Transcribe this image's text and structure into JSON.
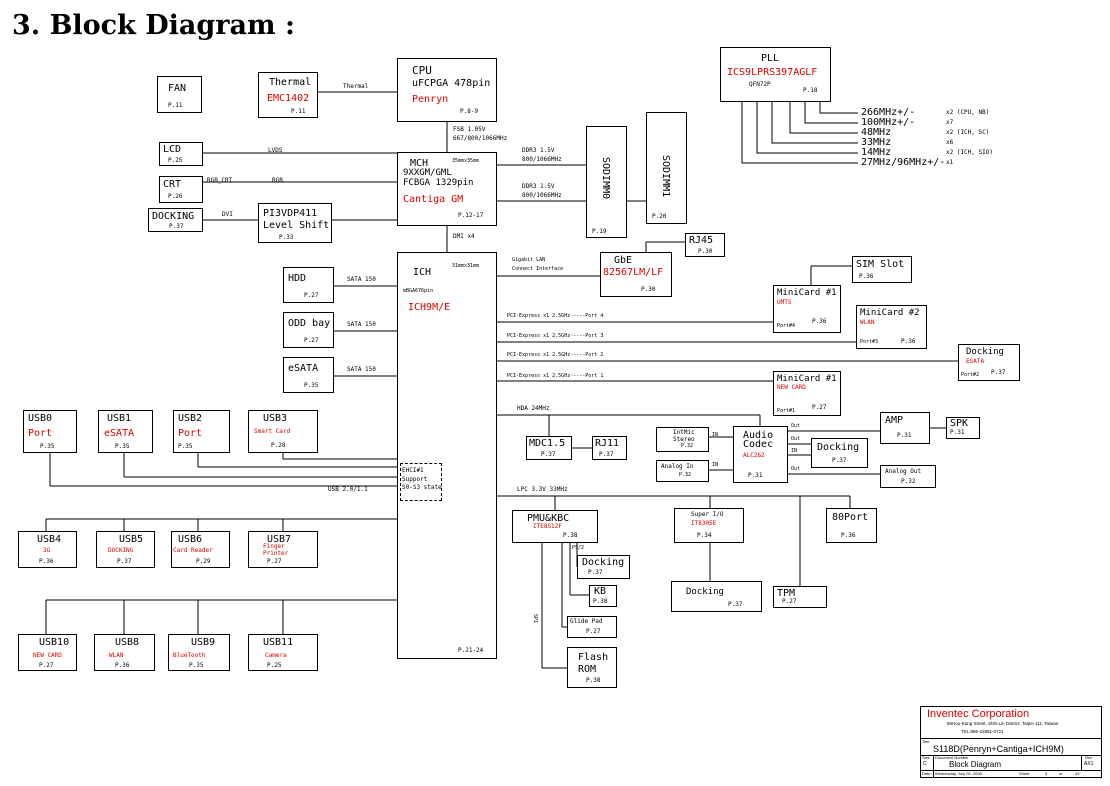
{
  "page": {
    "title": "3. Block Diagram :"
  },
  "cpu": {
    "name": "CPU",
    "package": "uFCPGA 478pin",
    "codename": "Penryn",
    "page": "P.8-9",
    "fsb": "FSB 1.05V",
    "fsb_speed": "667/800/1066MHz"
  },
  "mch": {
    "name": "MCH",
    "variants": "9XXGM/GML",
    "package": "FCBGA 1329pin",
    "codename": "Cantiga GM",
    "size": "35mmx35mm",
    "page": "P.12-17",
    "dmi": "DMI x4",
    "ddr_a": "DDR3 1.5V",
    "ddr_a_speed": "800/1066MHz",
    "ddr_b": "DDR3 1.5V",
    "ddr_b_speed": "800/1066MHz"
  },
  "ich": {
    "name": "ICH",
    "package": "mBGA676pin",
    "size": "31mmx31mm",
    "codename": "ICH9M/E",
    "page": "P.21-24",
    "ehci": "EHCI#1",
    "ehci_line2": "Support",
    "ehci_line3": "S0-S3 state",
    "usb_bus": "USB 2.0/1.1",
    "lpc": "LPC 3.3V 33MHz",
    "hda": "HDA 24MHz"
  },
  "pll": {
    "name": "PLL",
    "part": "ICS9LPRS397AGLF",
    "package": "QFN72P",
    "page": "P.18",
    "clocks": [
      {
        "freq": "266MHz+/-",
        "note": "x2 (CPU, NB)"
      },
      {
        "freq": "100MHz+/-",
        "note": "x7"
      },
      {
        "freq": "48MHz",
        "note": "x2 (ICH, SC)"
      },
      {
        "freq": "33MHz",
        "note": "x6"
      },
      {
        "freq": "14MHz",
        "note": "x2 (ICH, SIO)"
      },
      {
        "freq": "27MHz/96MHz+/-",
        "note": "x1"
      }
    ]
  },
  "fan": {
    "name": "FAN",
    "page": "P.11"
  },
  "thermal": {
    "name": "Thermal",
    "part": "EMC1402",
    "page": "P.11",
    "link": "Thermal"
  },
  "lcd": {
    "name": "LCD",
    "page": "P.25",
    "link": "LVDS"
  },
  "crt": {
    "name": "CRT",
    "page": "P.26",
    "link1": "RGB_CRT",
    "link2": "RGB"
  },
  "docking_dvi": {
    "name": "DOCKING",
    "page": "P.37",
    "link": "DVI"
  },
  "levelshift": {
    "name": "PI3VDP411",
    "sub": "Level Shift",
    "page": "P.33"
  },
  "sodimm0": {
    "name": "SODIMM0",
    "page": "P.19"
  },
  "sodimm1": {
    "name": "SODIMM1",
    "page": "P.20"
  },
  "sata": [
    {
      "name": "HDD",
      "page": "P.27",
      "link": "SATA 150"
    },
    {
      "name": "ODD bay",
      "page": "P.27",
      "link": "SATA 150"
    },
    {
      "name": "eSATA",
      "page": "P.35",
      "link": "SATA 150"
    }
  ],
  "gbe": {
    "name": "GbE",
    "part": "82567LM/LF",
    "page": "P.30",
    "link1": "Gigabit LAN",
    "link2": "Connect Interface"
  },
  "rj45": {
    "name": "RJ45",
    "page": "P.30"
  },
  "sim": {
    "name": "SIM Slot",
    "page": "P.36"
  },
  "minicard1": {
    "name": "MiniCard #1",
    "sub": "UMTS",
    "port": "Port#4",
    "page": "P.36"
  },
  "minicard2": {
    "name": "MiniCard #2",
    "sub": "WLAN",
    "port": "Port#3",
    "page": "P.36"
  },
  "docking_esata": {
    "name": "Docking",
    "sub": "ESATA",
    "port": "Port#2",
    "page": "P.37"
  },
  "minicard3": {
    "name": "MiniCard #1",
    "sub": "NEW CARD",
    "port": "Port#1",
    "page": "P.27"
  },
  "pcie": [
    "PCI-Express x1 2.5GHz-----Port 4",
    "PCI-Express x1 2.5GHz-----Port 3",
    "PCI-Express x1 2.5GHz-----Port 2",
    "PCI-Express x1 2.5GHz-----Port 1"
  ],
  "mdc": {
    "name": "MDC1.5",
    "page": "P.37"
  },
  "rj11": {
    "name": "RJ11",
    "page": "P.37"
  },
  "intmic": {
    "name": "IntMic",
    "sub": "Stereo",
    "page": "P.32",
    "pin": "IN"
  },
  "analogin": {
    "name": "Analog In",
    "page": "P.32",
    "pin": "IN"
  },
  "codec": {
    "name": "Audio",
    "name2": "Codec",
    "part": "ALC262",
    "page": "P.31",
    "out1": "Out",
    "out2": "Out",
    "in": "IN",
    "out3": "Out"
  },
  "amp": {
    "name": "AMP",
    "page": "P.31"
  },
  "spk": {
    "name": "SPK",
    "page": "P.31"
  },
  "docking_audio": {
    "name": "Docking",
    "page": "P.37"
  },
  "analogout": {
    "name": "Analog Out",
    "page": "P.32"
  },
  "usb_top": [
    {
      "name": "USB0",
      "sub": "Port",
      "page": "P.35"
    },
    {
      "name": "USB1",
      "sub": "eSATA",
      "page": "P.35"
    },
    {
      "name": "USB2",
      "sub": "Port",
      "page": "P.35"
    },
    {
      "name": "USB3",
      "sub": "Smart Card",
      "page": "P.28"
    }
  ],
  "usb_mid": [
    {
      "name": "USB4",
      "sub": "3G",
      "page": "P.36"
    },
    {
      "name": "USB5",
      "sub": "DOCKING",
      "page": "P.37"
    },
    {
      "name": "USB6",
      "sub": "Card Reader",
      "page": "P.29"
    },
    {
      "name": "USB7",
      "sub": "Finger",
      "sub2": "Printer",
      "page": "P.27"
    }
  ],
  "usb_bot": [
    {
      "name": "USB10",
      "sub": "NEW CARD",
      "page": "P.27"
    },
    {
      "name": "USB8",
      "sub": "WLAN",
      "page": "P.36"
    },
    {
      "name": "USB9",
      "sub": "BlueTooth",
      "page": "P.35"
    },
    {
      "name": "USB11",
      "sub": "Camera",
      "page": "P.25"
    }
  ],
  "pmu": {
    "name": "PMU&KBC",
    "part": "ITE8512F",
    "page": "P.38",
    "ps2": "PS/2",
    "spi": "SPI"
  },
  "docking_ps2": {
    "name": "Docking",
    "page": "P.37"
  },
  "kb": {
    "name": "KB",
    "page": "P.38"
  },
  "glidepad": {
    "name": "Glide Pad",
    "page": "P.27"
  },
  "flash": {
    "name": "Flash",
    "name2": "ROM",
    "page": "P.38"
  },
  "superio": {
    "name": "Super I/O",
    "part": "IT8305E",
    "page": "P.34"
  },
  "docking_sio": {
    "name": "Docking",
    "page": "P.37"
  },
  "port80": {
    "name": "80Port",
    "page": "P.36"
  },
  "tpm": {
    "name": "TPM",
    "page": "P.27"
  },
  "titleblock": {
    "company": "Inventec Corporation",
    "address": "66Hou-Kang Street, Shih-Lin District, Taipei 111, Taiwan",
    "tel": "TEL:886-22881-0721",
    "title_label": "Title",
    "project": "S118D(Penryn+Cantiga+ICH9M)",
    "size_label": "Size",
    "size": "C",
    "doc_label": "Document Number",
    "doc": "Block Diagram",
    "rev_label": "Rev",
    "rev": "AX1",
    "date_label": "Date:",
    "date": "Wednesday, July 02, 2008",
    "sheet_label": "Sheet",
    "sheet": "3",
    "of": "of",
    "total": "43"
  }
}
